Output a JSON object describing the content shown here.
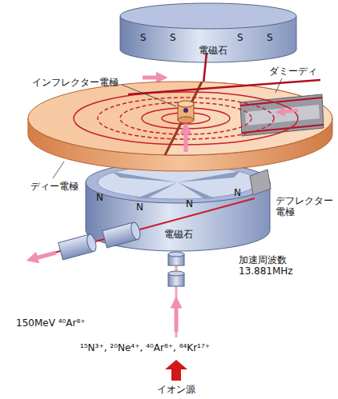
{
  "diagram": {
    "labels": [
      "S",
      "S",
      "S",
      "S",
      "電磁石",
      "ダミーディ",
      "インフレクター電極",
      "ディー電極",
      "N",
      "N",
      "N",
      "N",
      "デフレクター電極",
      "電磁石",
      "加速周波数 13.881MHz",
      "150MeV ⁴⁰Ar⁸⁺",
      "¹⁵N³⁺, ²⁰Ne⁴⁺, ⁴⁰Ar⁸⁺, ⁸⁴Kr¹⁷⁺",
      "イオン源"
    ]
  }
}
